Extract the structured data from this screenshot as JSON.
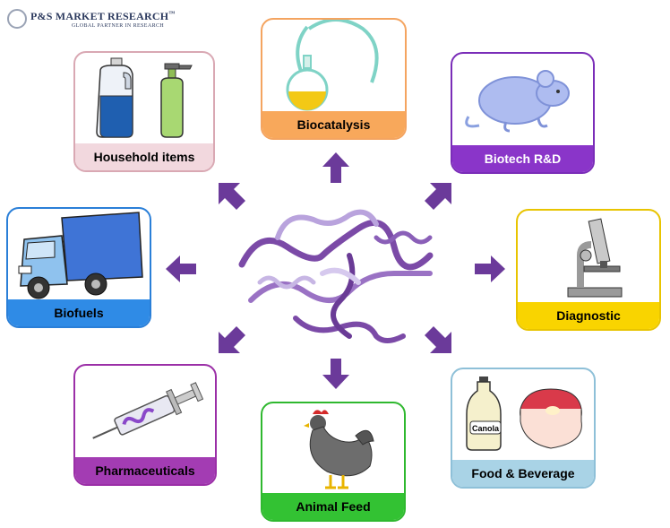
{
  "logo": {
    "title": "P&S MARKET RESEARCH",
    "trademark": "™",
    "subtitle": "GLOBAL PARTNER IN RESEARCH"
  },
  "nodes": {
    "household": {
      "label": "Household items",
      "color": "#d9a8b3",
      "fill": "#f2d8de"
    },
    "biocatalysis": {
      "label": "Biocatalysis",
      "color": "#f4a460",
      "fill": "#f8a85b"
    },
    "biotech": {
      "label": "Biotech R&D",
      "color": "#7a2db8",
      "fill": "#8a35c9"
    },
    "biofuels": {
      "label": "Biofuels",
      "color": "#2a7fd8",
      "fill": "#2f8be6"
    },
    "diagnostic": {
      "label": "Diagnostic",
      "color": "#e8c400",
      "fill": "#f9d400"
    },
    "pharmaceuticals": {
      "label": "Pharmaceuticals",
      "color": "#9b2fa7",
      "fill": "#a33cb3"
    },
    "animal_feed": {
      "label": "Animal Feed",
      "color": "#2fb82f",
      "fill": "#33c233"
    },
    "food_beverage": {
      "label": "Food & Beverage",
      "color": "#8ec0d8",
      "fill": "#a9d3e6"
    }
  },
  "canola_label": "Canola",
  "arrow_color": "#6b3a9a"
}
